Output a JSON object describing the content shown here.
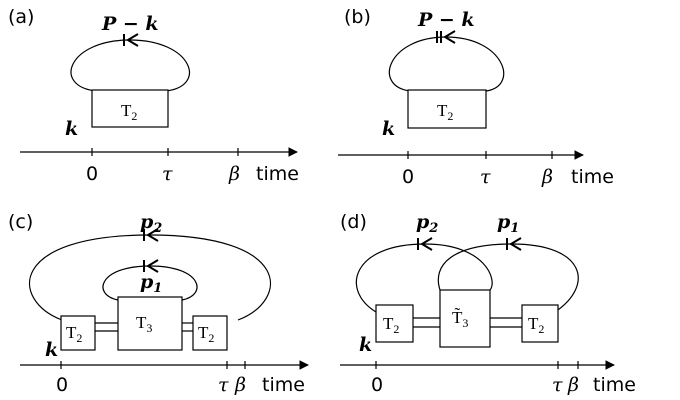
{
  "panels": {
    "a": {
      "label": "(a)",
      "box": "T",
      "box_sub": "2",
      "loop_momentum": "P − k",
      "k_label": "k",
      "axis": {
        "t0": "0",
        "tau": "τ",
        "beta": "β",
        "time": "time"
      }
    },
    "b": {
      "label": "(b)",
      "box": "T",
      "box_sub": "2",
      "loop_momentum": "P − k",
      "k_label": "k",
      "axis": {
        "t0": "0",
        "tau": "τ",
        "beta": "β",
        "time": "time"
      }
    },
    "c": {
      "label": "(c)",
      "left_box": "T",
      "left_box_sub": "2",
      "center_box": "T",
      "center_box_sub": "3",
      "right_box": "T",
      "right_box_sub": "2",
      "p2": "p",
      "p2_sub": "2",
      "p1": "p",
      "p1_sub": "1",
      "k_label": "k",
      "axis": {
        "t0": "0",
        "tau": "τ",
        "beta": "β",
        "time": "time"
      }
    },
    "d": {
      "label": "(d)",
      "left_box": "T",
      "left_box_sub": "2",
      "center_box": "T̃",
      "center_box_sub": "3",
      "right_box": "T",
      "right_box_sub": "2",
      "p2": "p",
      "p2_sub": "2",
      "p1": "p",
      "p1_sub": "1",
      "k_label": "k",
      "axis": {
        "t0": "0",
        "tau": "τ",
        "beta": "β",
        "time": "time"
      }
    }
  }
}
